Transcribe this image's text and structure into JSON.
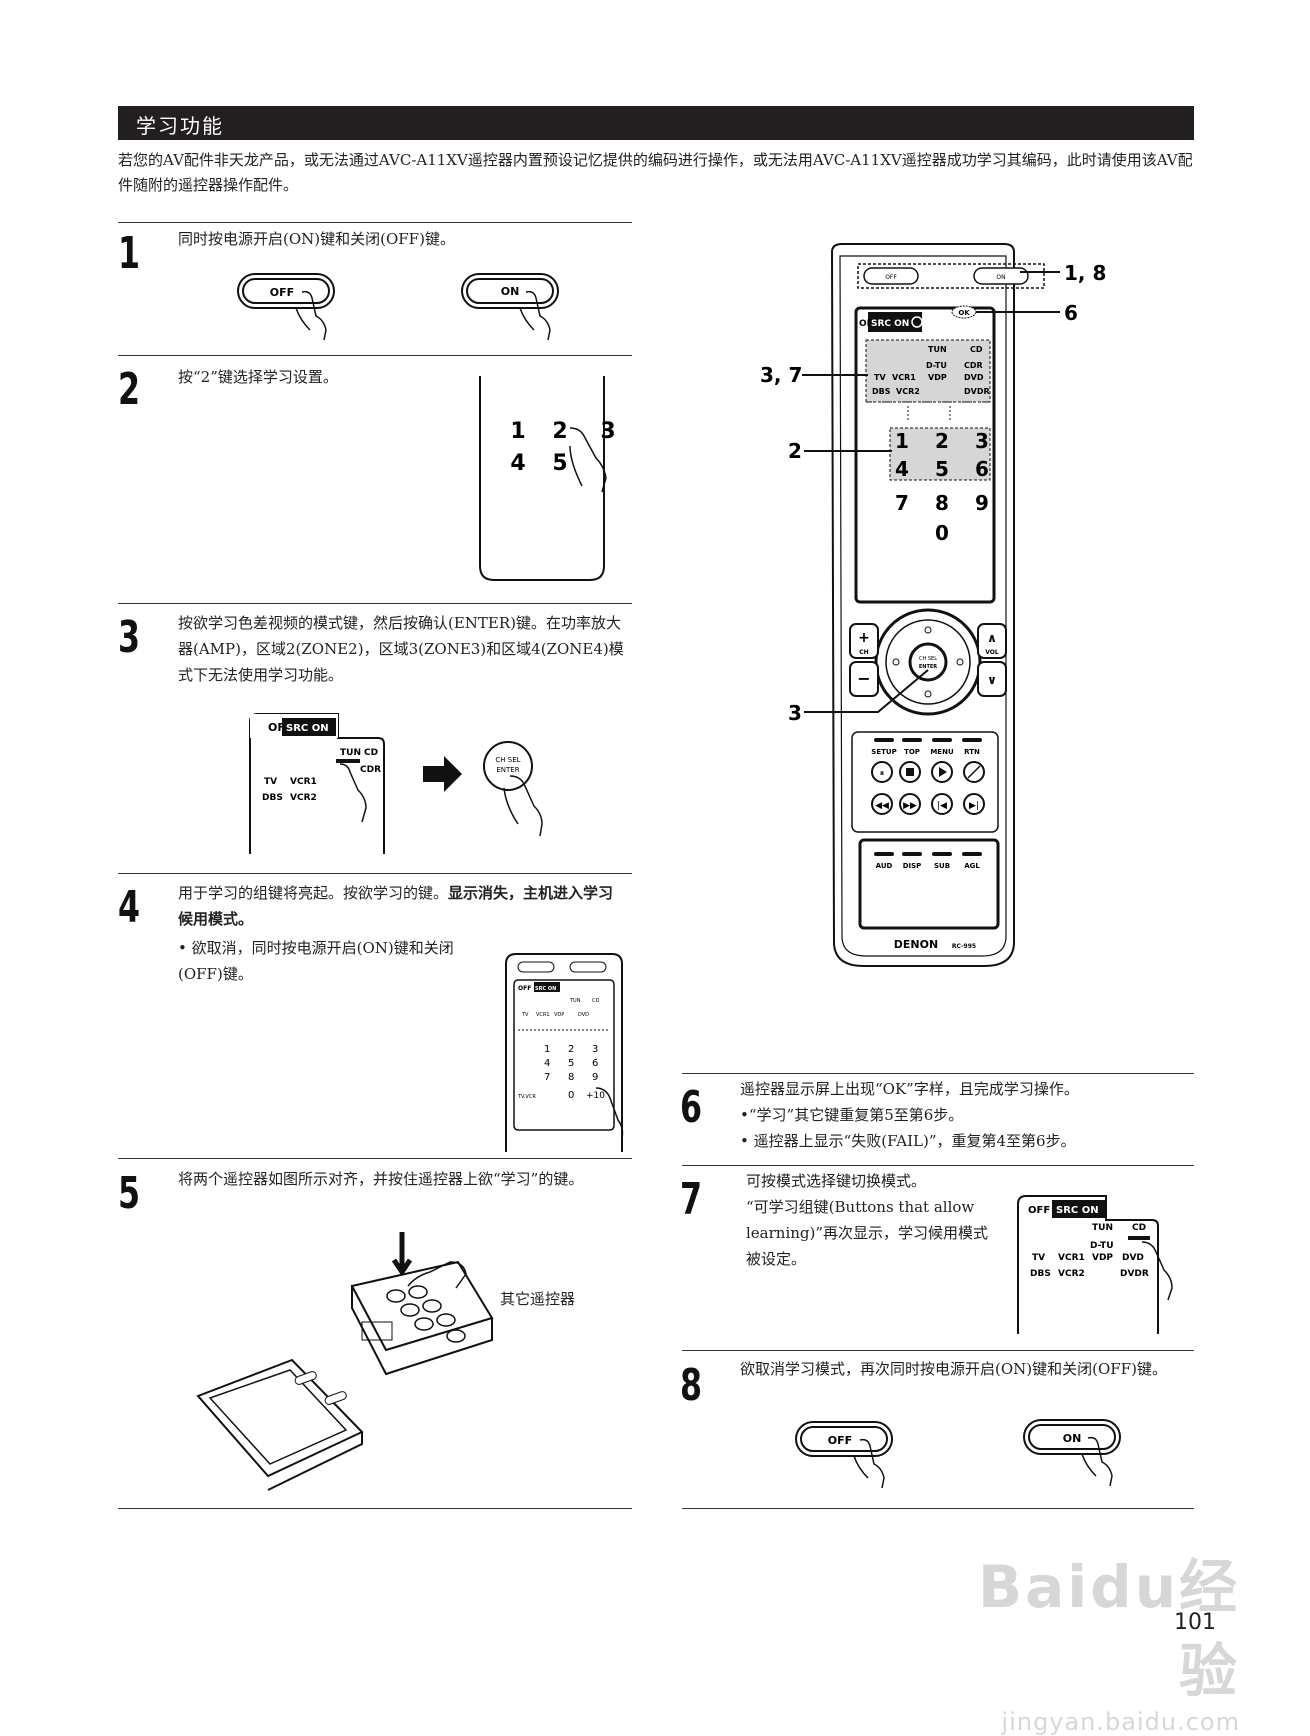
{
  "section": {
    "title": "学习功能"
  },
  "intro": "若您的AV配件非天龙产品，或无法通过AVC-A11XV遥控器内置预设记忆提供的编码进行操作，或无法用AVC-A11XV遥控器成功学习其编码，此时请使用该AV配件随附的遥控器操作配件。",
  "steps": [
    {
      "num": "1",
      "text": "同时按电源开启(ON)键和关闭(OFF)键。"
    },
    {
      "num": "2",
      "text": "按“2”键选择学习设置。"
    },
    {
      "num": "3",
      "text": "按欲学习色差视频的模式键，然后按确认(ENTER)键。在功率放大器(AMP)，区域2(ZONE2)，区域3(ZONE3)和区域4(ZONE4)模式下无法使用学习功能。"
    },
    {
      "num": "4",
      "text_a": "用于学习的组键将亮起。按欲学习的键。",
      "text_b": "显示消失，主机进入学习候用模式。",
      "bullet": "欲取消，同时按电源开启(ON)键和关闭(OFF)键。"
    },
    {
      "num": "5",
      "text": "将两个遥控器如图所示对齐，并按住遥控器上欲“学习”的键。",
      "caption": "其它遥控器"
    },
    {
      "num": "6",
      "text": "遥控器显示屏上出现“OK”字样，且完成学习操作。",
      "bullets": [
        "“学习”其它键重复第5至第6步。",
        "遥控器上显示“失败(FAIL)”，重复第4至第6步。"
      ]
    },
    {
      "num": "7",
      "text_a": "可按模式选择键切换模式。",
      "text_b": "“可学习组键(Buttons that allow learning)”再次显示，学习候用模式被设定。"
    },
    {
      "num": "8",
      "text": "欲取消学习模式，再次同时按电源开启(ON)键和关闭(OFF)键。"
    }
  ],
  "buttons": {
    "off": "OFF",
    "on": "ON",
    "src_on": "SRC ON",
    "ok": "OK",
    "ch_sel": "CH SEL",
    "enter": "ENTER"
  },
  "modes": {
    "tun": "TUN",
    "cd": "CD",
    "dtu": "D-TU",
    "cdr": "CDR",
    "vdp": "VDP",
    "dvd": "DVD",
    "tv": "TV",
    "vcr1": "VCR1",
    "vcr2": "VCR2",
    "dbs": "DBS",
    "dvdr": "DVDR",
    "tvvcr": "TV.VCR"
  },
  "keypad": [
    "1",
    "2",
    "3",
    "4",
    "5",
    "6",
    "7",
    "8",
    "9",
    "0",
    "+10"
  ],
  "remote": {
    "brand": "DENON",
    "model": "RC-995",
    "ch": "CH",
    "vol": "VOL",
    "menu_keys": [
      "SETUP",
      "TOP",
      "MENU",
      "RTN"
    ],
    "bottom_keys": [
      "AUD",
      "DISP",
      "SUB",
      "AGL"
    ],
    "callouts": {
      "c18": "1, 8",
      "c6": "6",
      "c37": "3, 7",
      "c2": "2",
      "c3": "3"
    }
  },
  "page_number": "101",
  "watermark": {
    "line1": "Baidu经验",
    "line2": "jingyan.baidu.com"
  }
}
